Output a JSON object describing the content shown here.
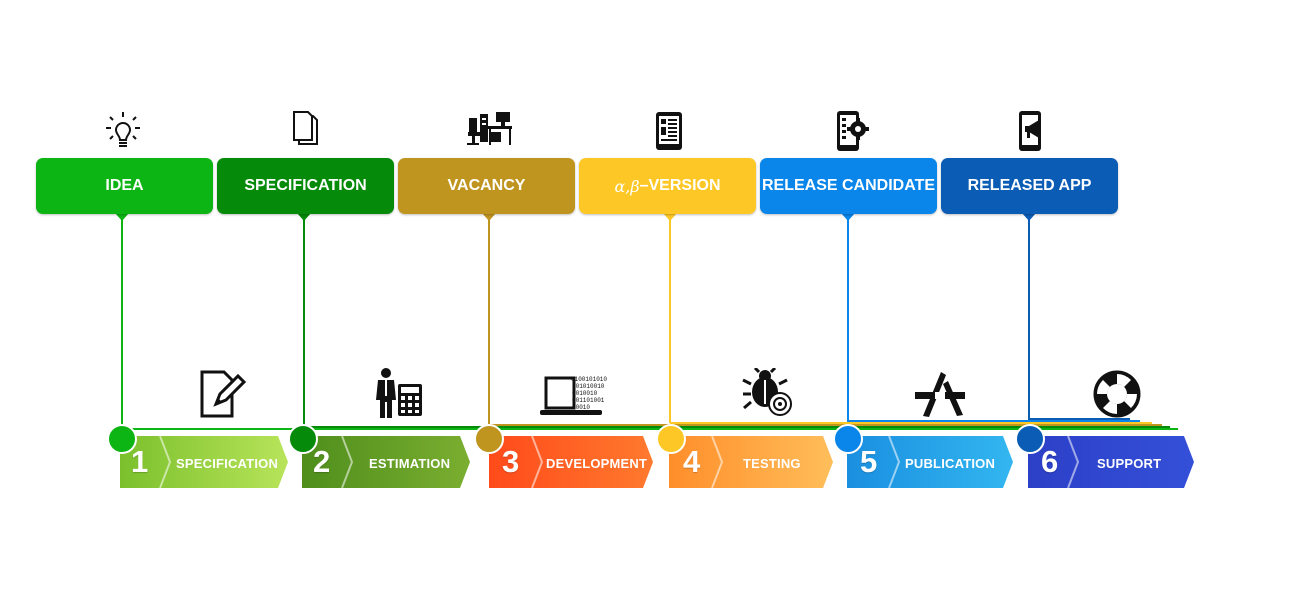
{
  "milestones": [
    {
      "label": "IDEA",
      "color": "#0db514",
      "icon": "lightbulb-icon"
    },
    {
      "label": "SPECIFICATION",
      "color": "#058a0a",
      "icon": "documents-icon"
    },
    {
      "label": "VACANCY",
      "color": "#c0951f",
      "icon": "office-workplace-icon"
    },
    {
      "label_prefix": "α,β",
      "label": "–VERSION",
      "color": "#fdc826",
      "icon": "tablet-document-icon"
    },
    {
      "label": "RELEASE CANDIDATE",
      "color": "#0a86ea",
      "icon": "phone-settings-icon"
    },
    {
      "label": "RELEASED APP",
      "color": "#0a5cb5",
      "icon": "phone-megaphone-icon"
    }
  ],
  "stages": [
    {
      "number": "1",
      "label": "SPECIFICATION",
      "color": "#86c935",
      "icon": "edit-document-icon"
    },
    {
      "number": "2",
      "label": "ESTIMATION",
      "color": "#5e9e22",
      "icon": "businessman-calculator-icon"
    },
    {
      "number": "3",
      "label": "DEVELOPMENT",
      "color": "#ff5a1f",
      "icon": "laptop-binary-icon"
    },
    {
      "number": "4",
      "label": "TESTING",
      "color": "#ff9f3a",
      "icon": "bug-target-icon"
    },
    {
      "number": "5",
      "label": "PUBLICATION",
      "color": "#1b9be6",
      "icon": "app-store-icon"
    },
    {
      "number": "6",
      "label": "SUPPORT",
      "color": "#2f4bd0",
      "icon": "lifebuoy-icon"
    }
  ],
  "binary_text": [
    "0100101010",
    "101010010",
    "0010010",
    "001101001",
    "00010"
  ]
}
